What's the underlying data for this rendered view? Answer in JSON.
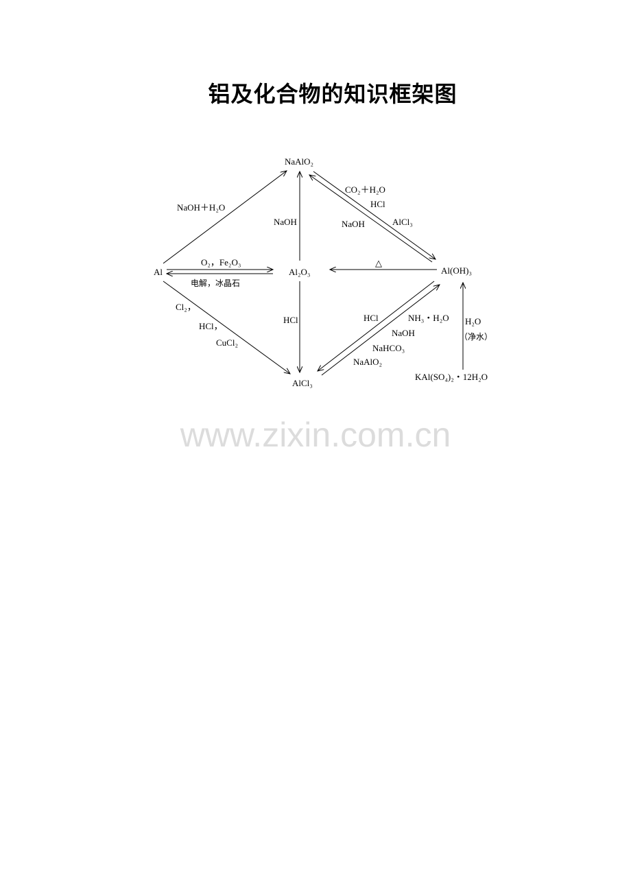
{
  "title": "铝及化合物的知识框架图",
  "watermark": "www.zixin.com.cn",
  "nodes": {
    "naalo2": "NaAlO₂",
    "al": "Al",
    "al2o3": "Al₂O₃",
    "aloh3": "Al(OH)₃",
    "alcl3": "AlCl₃",
    "alum": "KAl(SO₄)₂・12H₂O"
  },
  "labels": {
    "al_to_naalo2": "NaOH＋H₂O",
    "al2o3_to_naalo2": "NaOH",
    "al_to_al2o3": "O₂，Fe₂O₃",
    "al2o3_to_al": "电解，冰晶石",
    "aloh3_to_al2o3": "△",
    "naalo2_to_aloh3_1": "CO₂＋H₂O",
    "naalo2_to_aloh3_2": "HCl",
    "naalo2_to_aloh3_3": "AlCl₃",
    "aloh3_to_naalo2": "NaOH",
    "al_to_alcl3_1": "Cl₂，",
    "al_to_alcl3_2": "HCl，",
    "al_to_alcl3_3": "CuCl₂",
    "al2o3_to_alcl3": "HCl",
    "aloh3_to_alcl3": "HCl",
    "alcl3_to_aloh3_1": "NH₃・H₂O",
    "alcl3_to_aloh3_2": "NaOH",
    "alcl3_to_aloh3_3": "NaHCO₃",
    "alcl3_to_aloh3_4": "NaAlO₂",
    "alum_to_aloh3_1": "H₂O",
    "alum_to_aloh3_2": "（净水）"
  }
}
